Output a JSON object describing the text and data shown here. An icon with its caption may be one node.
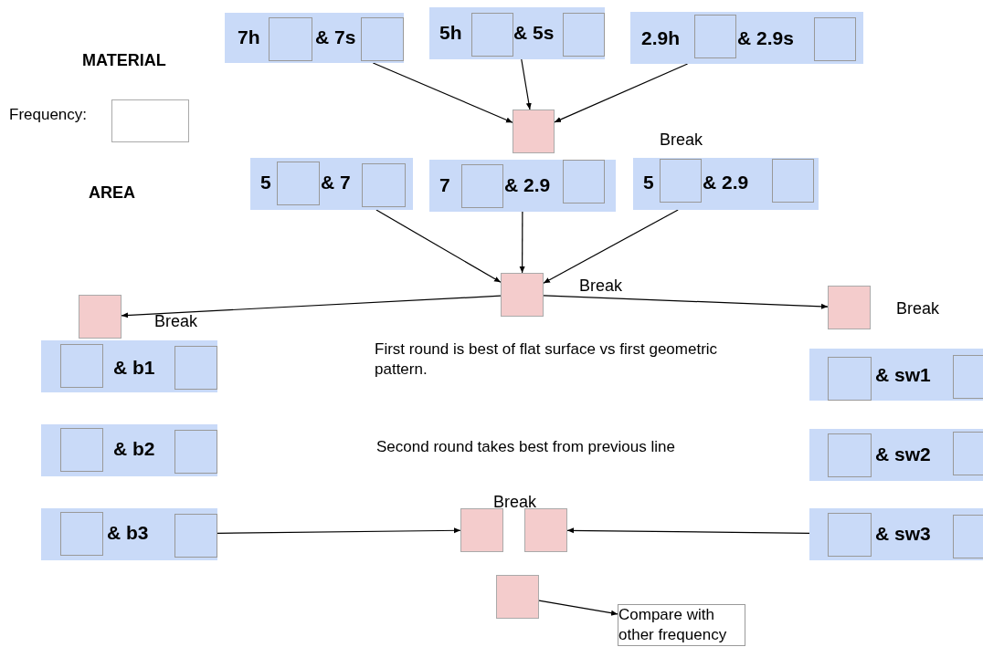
{
  "diagram": {
    "nodes": [
      {
        "text": [
          "7h",
          "& 7s"
        ]
      },
      {
        "text": [],
        "shape": "box",
        "in": 0
      },
      {
        "text": [],
        "shape": "box",
        "in": 0
      },
      {
        "text": [
          "5h",
          "& 5s"
        ]
      },
      {
        "text": [],
        "shape": "box",
        "in": 3
      },
      {
        "text": [],
        "shape": "box",
        "in": 3
      },
      {
        "text": [
          "2.9h",
          "& 2.9s"
        ]
      },
      {
        "text": [],
        "shape": "box",
        "in": 6
      },
      {
        "text": [],
        "shape": "box",
        "in": 6
      },
      {
        "text": [],
        "shape": "box"
      },
      {
        "text": [
          "5",
          "& 7"
        ]
      },
      {
        "text": [],
        "shape": "box",
        "in": 10
      },
      {
        "text": [],
        "shape": "box",
        "in": 10
      },
      {
        "text": [
          "7",
          "& 2.9"
        ]
      },
      {
        "text": [],
        "shape": "box",
        "in": 13
      },
      {
        "text": [],
        "shape": "box",
        "in": 13
      },
      {
        "text": [
          "5",
          "& 2.9"
        ],
        "beside": [
          "Break"
        ]
      },
      {
        "text": [],
        "shape": "box",
        "in": 16
      },
      {
        "text": [],
        "shape": "box",
        "in": 16
      },
      {
        "text": [],
        "shape": "box",
        "beside": [
          "Break"
        ]
      },
      {
        "text": [],
        "shape": "box"
      },
      {
        "text": [],
        "shape": "box",
        "beside": [
          "Break"
        ]
      },
      {
        "text": [
          "& b1"
        ]
      },
      {
        "text": [],
        "shape": "box",
        "in": 22
      },
      {
        "text": [],
        "shape": "box",
        "in": 22
      },
      {
        "text": [
          "& b2"
        ]
      },
      {
        "text": [],
        "shape": "box",
        "in": 25
      },
      {
        "text": [],
        "shape": "box",
        "in": 25
      },
      {
        "text": [
          "& b3"
        ]
      },
      {
        "text": [],
        "shape": "box",
        "in": 28
      },
      {
        "text": [],
        "shape": "box",
        "in": 28
      },
      {
        "text": [
          "& sw1"
        ]
      },
      {
        "text": [],
        "shape": "box",
        "in": 31
      },
      {
        "text": [],
        "shape": "box",
        "in": 31
      },
      {
        "text": [
          "& sw2"
        ]
      },
      {
        "text": [],
        "shape": "box",
        "in": 34
      },
      {
        "text": [],
        "shape": "box",
        "in": 34
      },
      {
        "text": [
          "& sw3"
        ]
      },
      {
        "text": [],
        "shape": "box",
        "in": 37
      },
      {
        "text": [],
        "shape": "box",
        "in": 37
      },
      {
        "text": [],
        "shape": "box"
      },
      {
        "text": [],
        "shape": "box"
      },
      {
        "text": [],
        "shape": "box"
      },
      {
        "text": [
          "Compare with other frequency"
        ]
      },
      {
        "text": [],
        "shape": "box"
      }
    ],
    "edges": [
      {
        "from": 0,
        "to": 9,
        "arrow": "to"
      },
      {
        "from": 3,
        "to": 9,
        "arrow": "to"
      },
      {
        "from": 6,
        "to": 9,
        "arrow": "to"
      },
      {
        "from": 10,
        "to": 19,
        "arrow": "to"
      },
      {
        "from": 13,
        "to": 19,
        "arrow": "to"
      },
      {
        "from": 16,
        "to": 19,
        "arrow": "to"
      },
      {
        "from": 19,
        "to": 20,
        "arrow": "to"
      },
      {
        "from": 19,
        "to": 21,
        "arrow": "to"
      },
      {
        "from": 28,
        "to": 40,
        "arrow": "to"
      },
      {
        "from": 37,
        "to": 41,
        "arrow": "to"
      },
      {
        "from": 42,
        "to": 43,
        "arrow": "to"
      }
    ],
    "labels": [
      "MATERIAL",
      "Frequency:",
      "AREA",
      "Break",
      "First round is best of flat surface vs first geometric pattern.",
      "Second round takes best from previous line",
      "Break"
    ]
  }
}
